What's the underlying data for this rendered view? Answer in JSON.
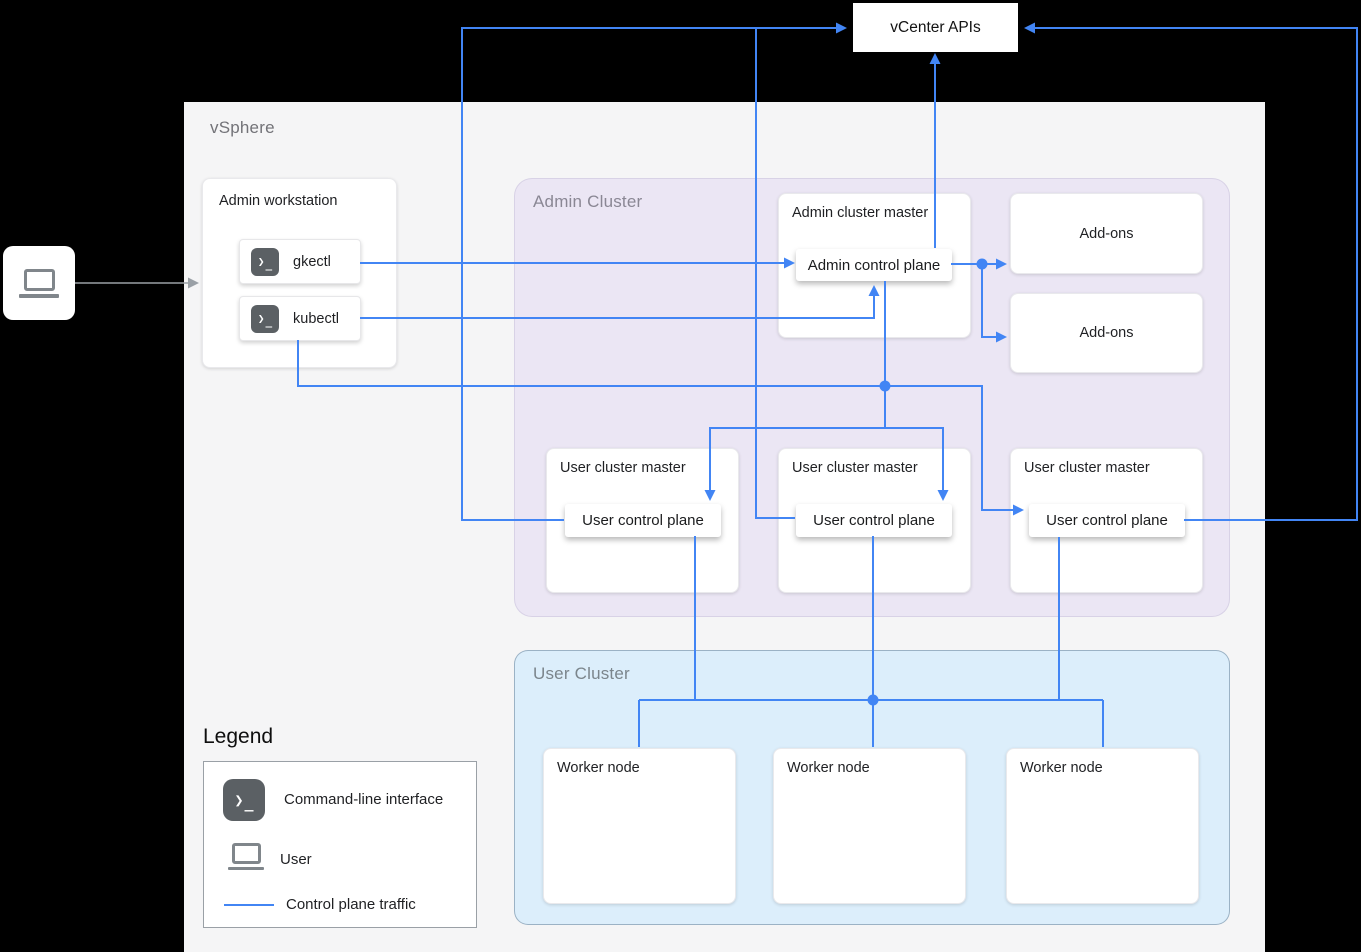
{
  "diagram": {
    "vcenter_label": "vCenter APIs",
    "vsphere_label": "vSphere",
    "admin_workstation": {
      "title": "Admin workstation",
      "tools": [
        {
          "icon": "terminal-icon",
          "label": "gkectl"
        },
        {
          "icon": "terminal-icon",
          "label": "kubectl"
        }
      ]
    },
    "admin_cluster": {
      "label": "Admin Cluster",
      "master": {
        "title": "Admin cluster master",
        "control_plane": "Admin control plane"
      },
      "addons": [
        {
          "label": "Add-ons"
        },
        {
          "label": "Add-ons"
        }
      ],
      "user_masters": [
        {
          "title": "User cluster master",
          "control_plane": "User control plane"
        },
        {
          "title": "User cluster master",
          "control_plane": "User control plane"
        },
        {
          "title": "User cluster master",
          "control_plane": "User control plane"
        }
      ]
    },
    "user_cluster": {
      "label": "User Cluster",
      "workers": [
        {
          "label": "Worker node"
        },
        {
          "label": "Worker node"
        },
        {
          "label": "Worker node"
        }
      ]
    },
    "legend": {
      "title": "Legend",
      "items": [
        {
          "icon": "terminal-icon",
          "label": "Command-line interface"
        },
        {
          "icon": "laptop-icon",
          "label": "User"
        },
        {
          "icon": "control-plane-line",
          "label": "Control plane traffic"
        }
      ]
    },
    "colors": {
      "traffic_line": "#4285f4",
      "vsphere_bg": "#f5f5f6",
      "admin_cluster_bg": "#ebe6f4",
      "user_cluster_bg": "#dceefb",
      "terminal_icon_bg": "#5b6064",
      "outer_bg": "#000000"
    }
  }
}
